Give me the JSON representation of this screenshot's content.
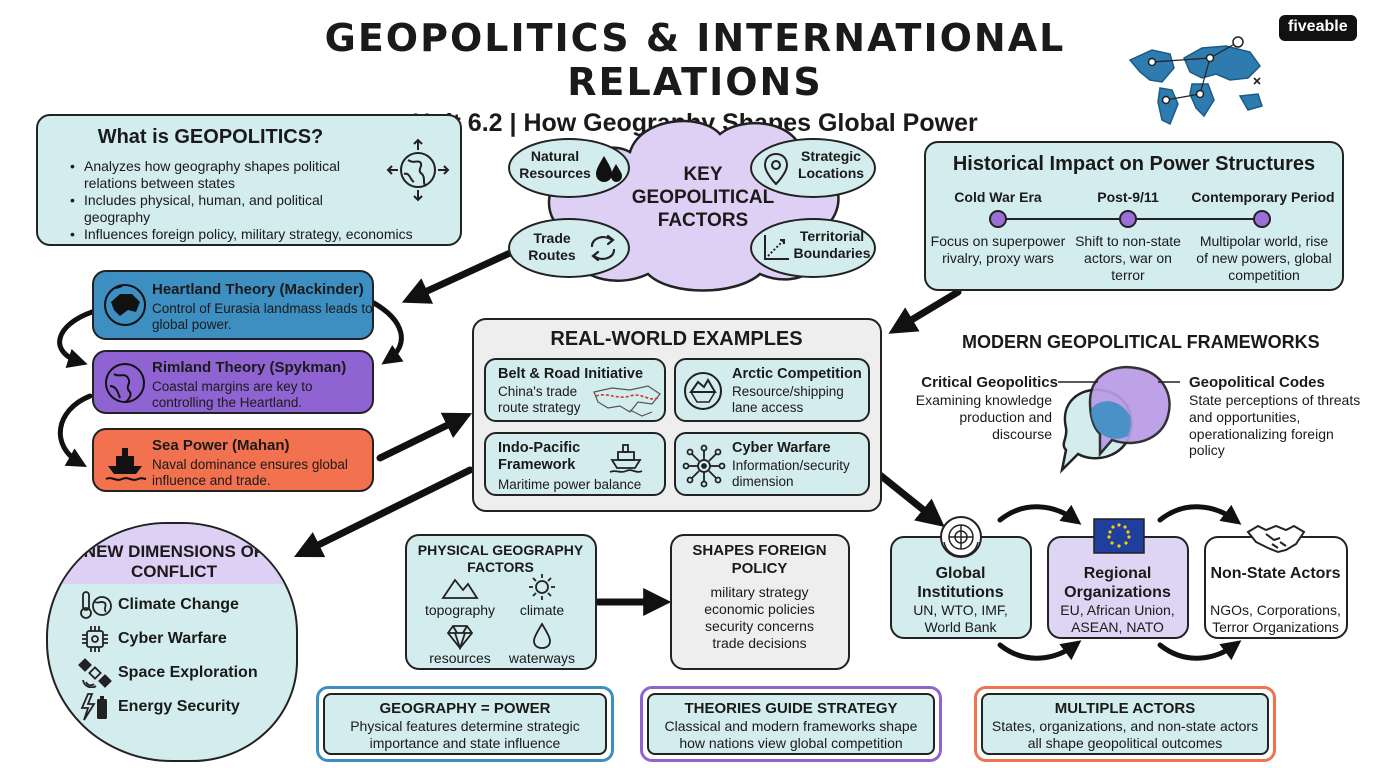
{
  "header": {
    "title": "GEOPOLITICS & INTERNATIONAL RELATIONS",
    "subtitle": "Unit 6.2 | How Geography Shapes Global Power",
    "brand": "fiveable",
    "map_icon": "world-map-pins-icon"
  },
  "what_is": {
    "title": "What is GEOPOLITICS?",
    "bullets": [
      "Analyzes how geography shapes political relations between states",
      "Includes physical, human, and political geography",
      "Influences foreign policy, military strategy, economics"
    ],
    "icon": "globe-arrows-icon"
  },
  "key_factors": {
    "title": "KEY GEOPOLITICAL FACTORS",
    "items": [
      {
        "label": "Natural Resources",
        "icon": "water-drops-icon"
      },
      {
        "label": "Strategic Locations",
        "icon": "location-pin-icon"
      },
      {
        "label": "Trade Routes",
        "icon": "cycle-arrows-icon"
      },
      {
        "label": "Territorial Boundaries",
        "icon": "boundary-chart-icon"
      }
    ]
  },
  "history": {
    "title": "Historical Impact on Power Structures",
    "eras": [
      {
        "name": "Cold War Era",
        "desc": "Focus on superpower rivalry, proxy wars"
      },
      {
        "name": "Post-9/11",
        "desc": "Shift to non-state actors, war on terror"
      },
      {
        "name": "Contemporary Period",
        "desc": "Multipolar world, rise of new powers, global competition"
      }
    ]
  },
  "theories": [
    {
      "title": "Heartland Theory (Mackinder)",
      "desc": "Control of Eurasia landmass leads to global power.",
      "icon": "eurasia-icon",
      "color": "#3d8fc2"
    },
    {
      "title": "Rimland Theory (Spykman)",
      "desc": "Coastal margins are key to controlling the Heartland.",
      "icon": "globe-icon",
      "color": "#8f63d2"
    },
    {
      "title": "Sea Power (Mahan)",
      "desc": "Naval dominance ensures global influence and trade.",
      "icon": "ship-icon",
      "color": "#f2714f"
    }
  ],
  "examples": {
    "title": "REAL-WORLD EXAMPLES",
    "items": [
      {
        "title": "Belt & Road Initiative",
        "desc": "China's trade route strategy",
        "icon": "trade-route-map-icon"
      },
      {
        "title": "Arctic Competition",
        "desc": "Resource/shipping lane access",
        "icon": "iceberg-icon"
      },
      {
        "title": "Indo-Pacific Framework",
        "desc": "Maritime power balance",
        "icon": "ship-icon"
      },
      {
        "title": "Cyber Warfare",
        "desc": "Information/security dimension",
        "icon": "network-icon"
      }
    ]
  },
  "modern": {
    "title": "MODERN GEOPOLITICAL FRAMEWORKS",
    "left": {
      "title": "Critical Geopolitics",
      "desc": "Examining knowledge production and discourse"
    },
    "right": {
      "title": "Geopolitical Codes",
      "desc": "State perceptions of threats and opportunities, operationalizing foreign policy"
    }
  },
  "new_dimensions": {
    "title": "NEW DIMENSIONS OF CONFLICT",
    "items": [
      {
        "label": "Climate Change",
        "icon": "thermometer-globe-icon"
      },
      {
        "label": "Cyber Warfare",
        "icon": "chip-icon"
      },
      {
        "label": "Space Exploration",
        "icon": "satellite-icon"
      },
      {
        "label": "Energy Security",
        "icon": "battery-bolt-icon"
      }
    ]
  },
  "physical": {
    "title": "PHYSICAL GEOGRAPHY FACTORS",
    "items": [
      {
        "label": "topography",
        "icon": "mountains-icon"
      },
      {
        "label": "climate",
        "icon": "sun-icon"
      },
      {
        "label": "resources",
        "icon": "gem-icon"
      },
      {
        "label": "waterways",
        "icon": "water-drop-icon"
      }
    ]
  },
  "foreign_policy": {
    "title": "SHAPES FOREIGN POLICY",
    "items": [
      "military strategy",
      "economic policies",
      "security concerns",
      "trade decisions"
    ]
  },
  "actors": [
    {
      "title": "Global Institutions",
      "desc": "UN, WTO, IMF, World Bank",
      "icon": "un-emblem-icon"
    },
    {
      "title": "Regional Organizations",
      "desc": "EU, African Union, ASEAN, NATO",
      "icon": "eu-flag-icon"
    },
    {
      "title": "Non-State Actors",
      "desc": "NGOs, Corporations, Terror Organizations",
      "icon": "handshake-icon"
    }
  ],
  "summary": [
    {
      "title": "GEOGRAPHY = POWER",
      "desc": "Physical features determine strategic importance and state influence",
      "color": "#3d8fc2"
    },
    {
      "title": "THEORIES GUIDE STRATEGY",
      "desc": "Classical and modern frameworks shape how nations view global competition",
      "color": "#8f63d2"
    },
    {
      "title": "MULTIPLE ACTORS",
      "desc": "States, organizations, and non-state actors all shape geopolitical outcomes",
      "color": "#f2714f"
    }
  ]
}
